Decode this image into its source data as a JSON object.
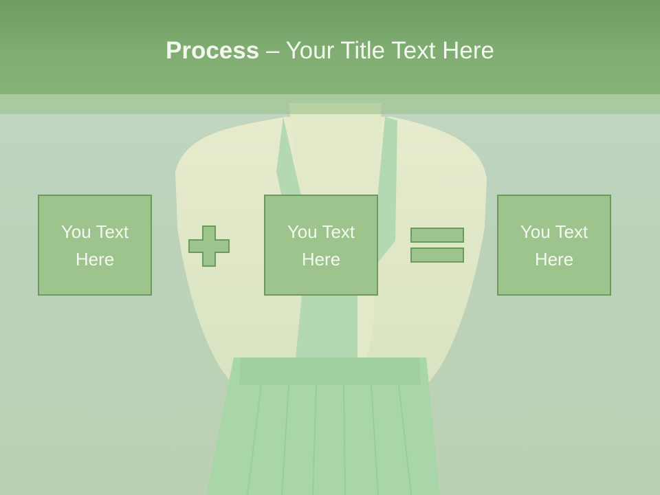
{
  "title": {
    "bold": "Process",
    "rest": " – Your Title Text Here"
  },
  "boxes": [
    {
      "label": "You Text Here"
    },
    {
      "label": "You Text Here"
    },
    {
      "label": "You Text Here"
    }
  ],
  "operators": {
    "first": "plus-icon",
    "second": "equals-icon"
  },
  "colors": {
    "title_bar": "#7fae70",
    "box_fill": "#9cc48c",
    "box_border": "#6b9a5c",
    "text": "#f4f9f0"
  }
}
